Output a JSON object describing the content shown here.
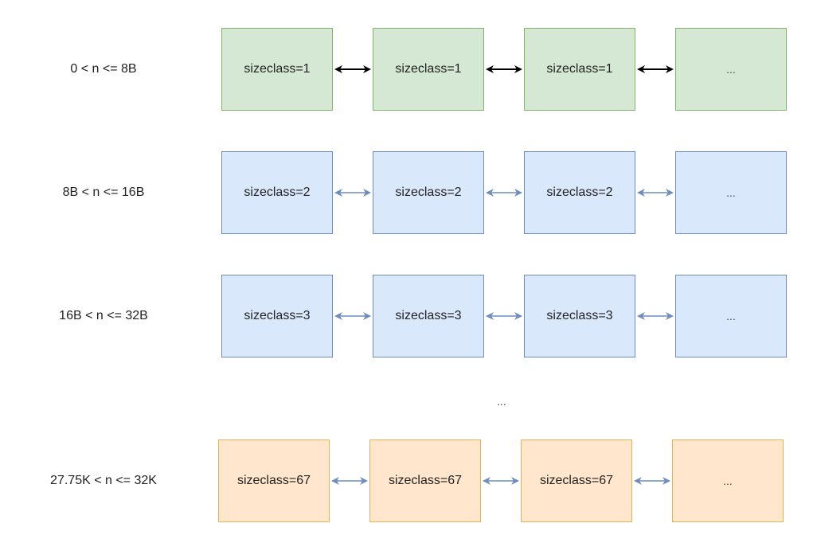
{
  "colors": {
    "green": {
      "fill": "#d5e8d4",
      "stroke": "#82b366",
      "arrow": "#000000"
    },
    "blue": {
      "fill": "#dae8fc",
      "stroke": "#6c8ebf",
      "arrow": "#6c8ebf"
    },
    "orange": {
      "fill": "#ffe6cc",
      "stroke": "#d6b656",
      "arrow": "#6c8ebf"
    }
  },
  "rows": [
    {
      "range": "0 < n <= 8B",
      "sizeclass": "sizeclass=1",
      "color": "green",
      "tail": "..."
    },
    {
      "range": "8B < n <= 16B",
      "sizeclass": "sizeclass=2",
      "color": "blue",
      "tail": "..."
    },
    {
      "range": "16B < n <= 32B",
      "sizeclass": "sizeclass=3",
      "color": "blue",
      "tail": "..."
    },
    {
      "range": "27.75K < n <= 32K",
      "sizeclass": "sizeclass=67",
      "color": "orange",
      "tail": "..."
    }
  ],
  "gap_text": "..."
}
